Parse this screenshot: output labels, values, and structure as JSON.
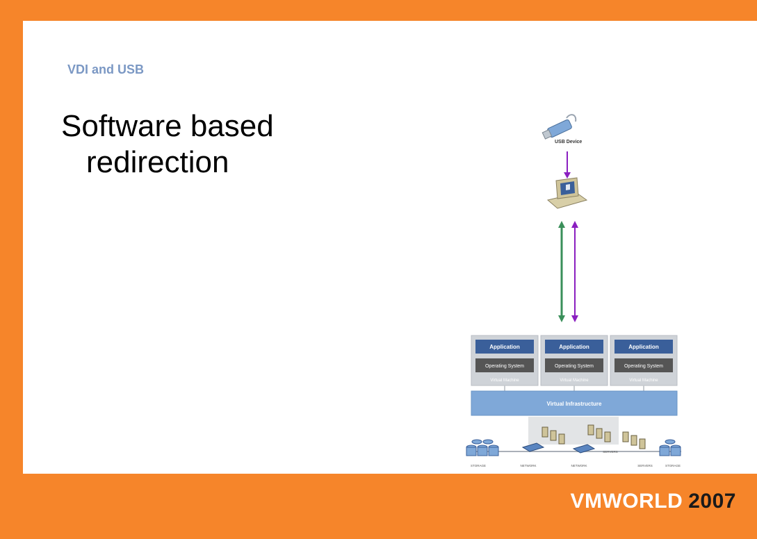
{
  "slide": {
    "subtitle": "VDI and USB",
    "title_line1": "Software based",
    "title_line2": "redirection"
  },
  "diagram": {
    "usb_label": "USB Device",
    "vms": [
      {
        "app": "Application",
        "os": "Operating System",
        "vm": "Virtual Machine"
      },
      {
        "app": "Application",
        "os": "Operating System",
        "vm": "Virtual Machine"
      },
      {
        "app": "Application",
        "os": "Operating System",
        "vm": "Virtual Machine"
      }
    ],
    "infra": "Virtual Infrastructure",
    "bottom_labels": [
      "STORAGE",
      "NETWORK",
      "NETWORK",
      "SERVERS",
      "SERVERS",
      "STORAGE"
    ],
    "colors": {
      "green_arrow": "#3a8f5a",
      "purple_arrow": "#8a1fc0",
      "app_blue": "#3a5f9a",
      "os_gray": "#555555",
      "infra_blue": "#7fa8d8"
    }
  },
  "footer": {
    "brand": "VMWORLD",
    "year": "2007"
  }
}
